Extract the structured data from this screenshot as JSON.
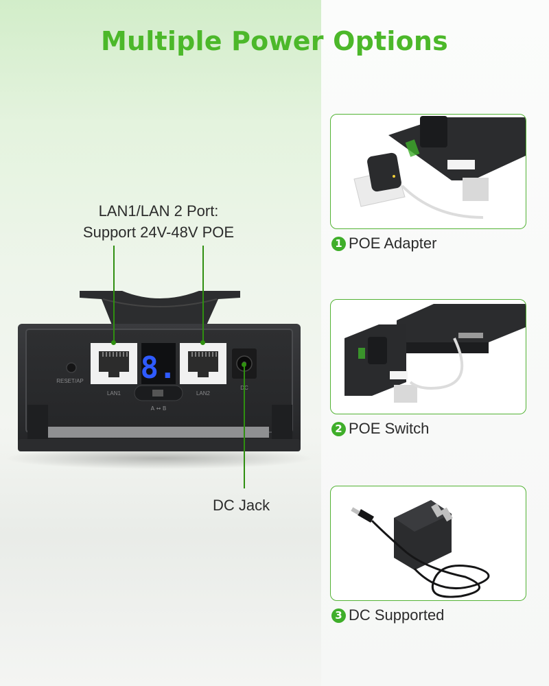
{
  "title": "Multiple Power Options",
  "callouts": {
    "lan_line1": "LAN1/LAN 2 Port:",
    "lan_line2": "Support 24V-48V POE",
    "dc_jack": "DC Jack"
  },
  "device": {
    "reset_label": "RESET/AP",
    "lan1_label": "LAN1",
    "lan2_label": "LAN2",
    "dc_label": "DC",
    "display_digit": "8.",
    "switch_label": "A ↔ B"
  },
  "options": [
    {
      "number": "1",
      "label": "POE Adapter"
    },
    {
      "number": "2",
      "label": "POE Switch"
    },
    {
      "number": "3",
      "label": "DC Supported"
    }
  ],
  "colors": {
    "accent_green": "#4cb82a",
    "display_blue": "#2f5bff",
    "device_body": "#2a2b2d"
  }
}
